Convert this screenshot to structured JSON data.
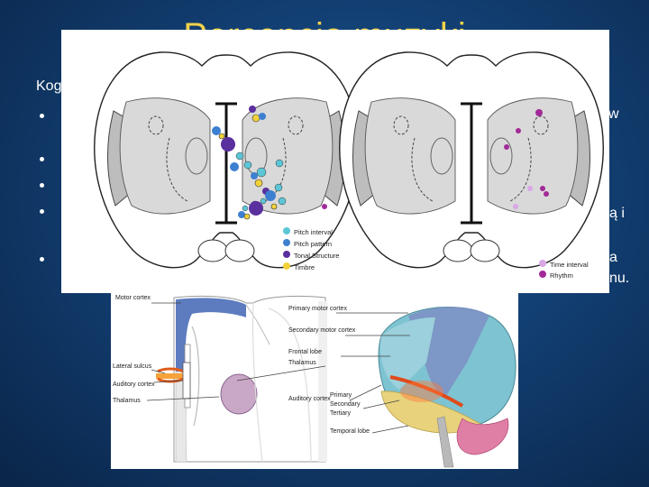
{
  "slide": {
    "title": "Percepcja muzyki",
    "left_fragment": "Kog",
    "right_fragments": [
      "w",
      "ą i",
      "a",
      "nu."
    ]
  },
  "legend_left": [
    "Pitch interval",
    "Pitch pattern",
    "Tonal Structure",
    "Timbre"
  ],
  "legend_left_colors": [
    "#5cc6d6",
    "#3d7fd0",
    "#5a2f9e",
    "#f2d23a"
  ],
  "legend_right": [
    "Time interval",
    "Rhythm"
  ],
  "legend_right_colors": [
    "#d9a6e6",
    "#a22a97"
  ],
  "coronal_labels": [
    "Motor cortex",
    "Lateral sulcus",
    "Auditory cortex",
    "Thalamus"
  ],
  "lateral_labels": [
    "Primary motor cortex",
    "Secondary motor cortex",
    "Frontal lobe",
    "Thalamus",
    "Auditory cortex",
    "Primary",
    "Secondary",
    "Tertiary",
    "Temporal lobe"
  ]
}
